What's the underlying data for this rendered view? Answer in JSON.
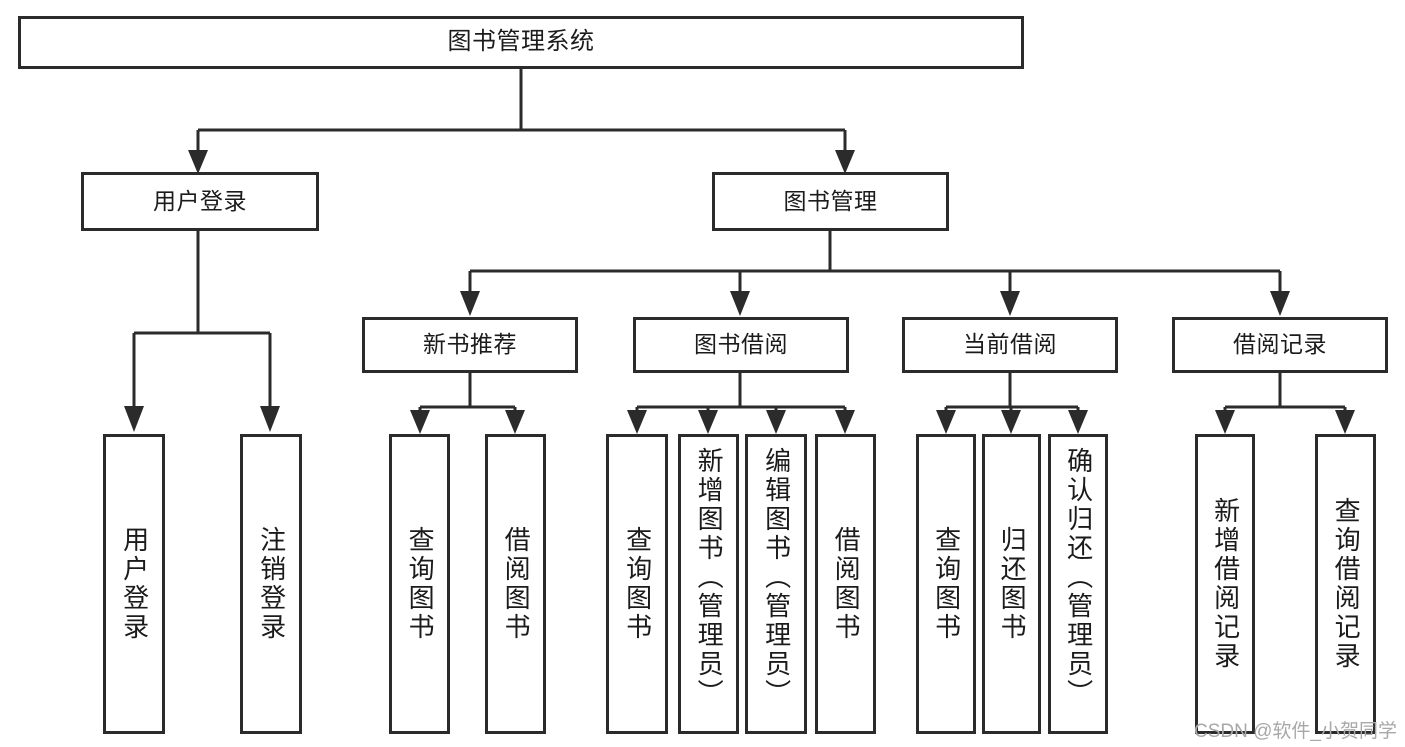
{
  "diagram": {
    "title": "图书管理系统",
    "type": "tree-hierarchy-diagram",
    "watermark": "CSDN @软件_小贺同学",
    "colors": {
      "stroke": "#2b2b2b",
      "fill": "#ffffff",
      "text": "#1b1b1b",
      "watermark": "#a8a8a8"
    },
    "root": {
      "label": "图书管理系统"
    },
    "level2": [
      {
        "label": "用户登录"
      },
      {
        "label": "图书管理"
      }
    ],
    "level3": [
      {
        "label": "新书推荐"
      },
      {
        "label": "图书借阅"
      },
      {
        "label": "当前借阅"
      },
      {
        "label": "借阅记录"
      }
    ],
    "leaves": {
      "user_login": [
        {
          "label": "用户登录"
        },
        {
          "label": "注销登录"
        }
      ],
      "new_book_recommend": [
        {
          "label": "查询图书"
        },
        {
          "label": "借阅图书"
        }
      ],
      "book_borrow": [
        {
          "label": "查询图书"
        },
        {
          "label": "新增图书（管理员）"
        },
        {
          "label": "编辑图书（管理员）"
        },
        {
          "label": "借阅图书"
        }
      ],
      "current_borrow": [
        {
          "label": "查询图书"
        },
        {
          "label": "归还图书"
        },
        {
          "label": "确认归还（管理员）"
        }
      ],
      "borrow_record": [
        {
          "label": "新增借阅记录"
        },
        {
          "label": "查询借阅记录"
        }
      ]
    }
  }
}
